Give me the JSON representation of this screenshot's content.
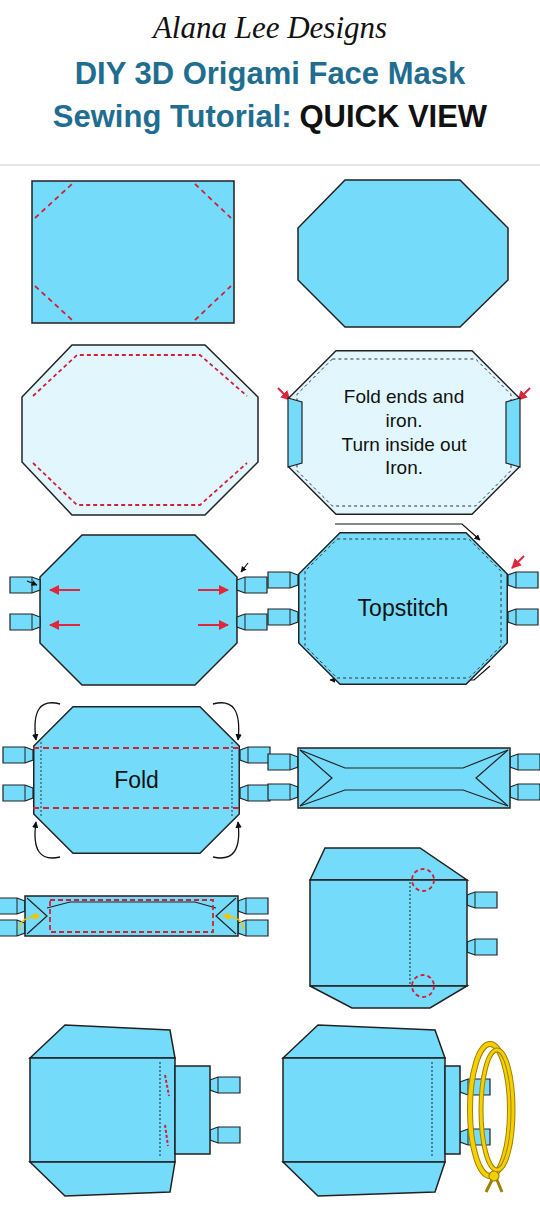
{
  "diagram": {
    "title": "DIY 3D Origami Face Mask Sewing Tutorial:",
    "nodes": [
      {
        "text": [
          "Fold ends and iron.",
          "Turn inside out",
          "Iron."
        ]
      },
      {
        "text": [
          "Topstitch"
        ]
      },
      {
        "text": [
          "Fold"
        ]
      }
    ],
    "labels": [
      "Alana Lee Designs",
      "QUICK VIEW"
    ]
  }
}
